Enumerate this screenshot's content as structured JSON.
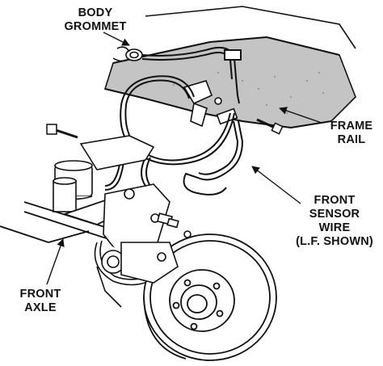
{
  "callouts": {
    "body_grommet": {
      "line1": "BODY",
      "line2": "GROMMET"
    },
    "frame_rail": {
      "line1": "FRAME",
      "line2": "RAIL"
    },
    "front_sensor_wire": {
      "line1": "FRONT",
      "line2": "SENSOR",
      "line3": "WIRE",
      "line4": "(L.F. SHOWN)"
    },
    "front_axle": {
      "line1": "FRONT",
      "line2": "AXLE"
    }
  },
  "colors": {
    "ink": "#111111",
    "shade": "#bdbdbd",
    "paper": "#ffffff"
  }
}
